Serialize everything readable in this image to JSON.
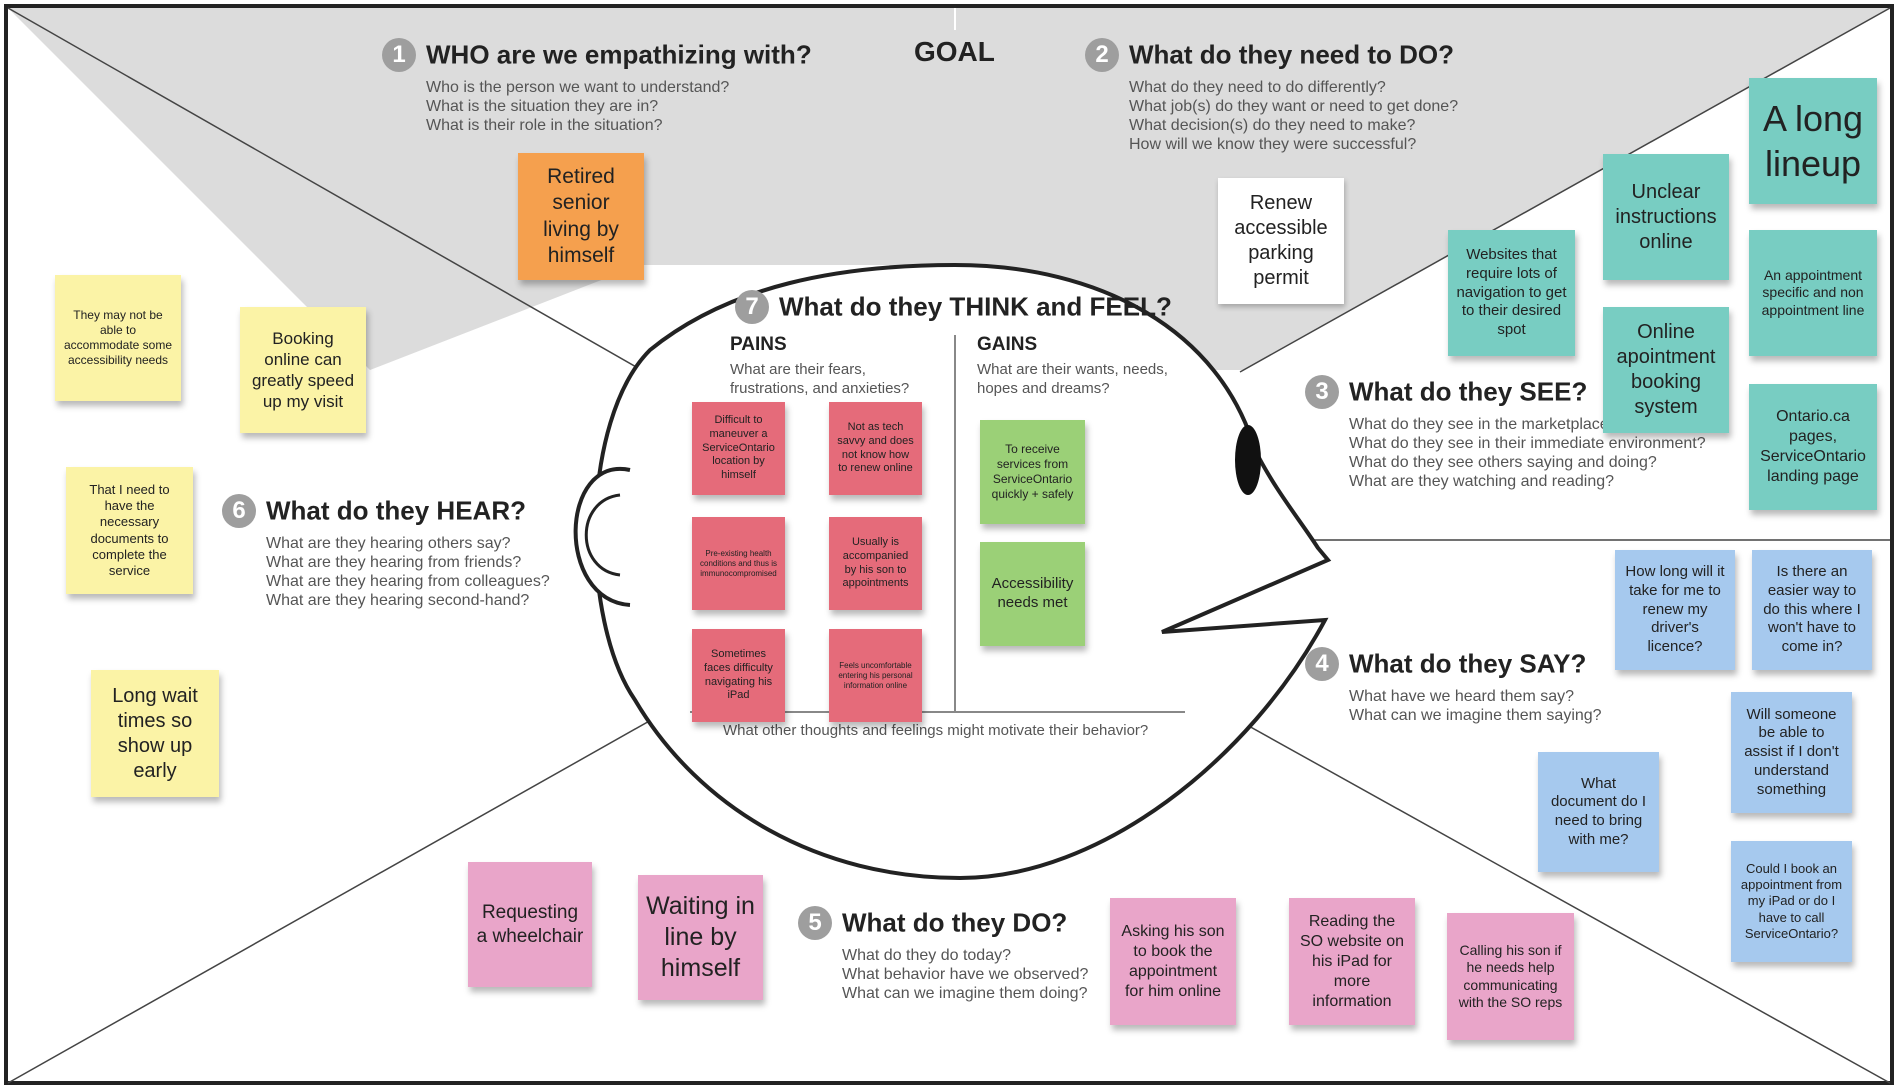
{
  "goal_label": "GOAL",
  "sections": {
    "who": {
      "num": "1",
      "title": "WHO are we empathizing with?",
      "questions": [
        "Who is the person we want to understand?",
        "What is the situation they are in?",
        "What is their role in the situation?"
      ]
    },
    "do_need": {
      "num": "2",
      "title": "What do they need to DO?",
      "questions": [
        "What do they need to do differently?",
        "What job(s) do they want or need to get done?",
        "What decision(s) do they need to make?",
        "How will we know they were successful?"
      ]
    },
    "see": {
      "num": "3",
      "title": "What do they SEE?",
      "questions": [
        "What do they see in the marketplace?",
        "What do they see in their immediate environment?",
        "What do they see others saying and doing?",
        "What are they watching and reading?"
      ]
    },
    "say": {
      "num": "4",
      "title": "What do they SAY?",
      "questions": [
        "What have we heard them say?",
        "What can we imagine them saying?"
      ]
    },
    "do": {
      "num": "5",
      "title": "What do they DO?",
      "questions": [
        "What do they do today?",
        "What behavior have we observed?",
        "What can we imagine them doing?"
      ]
    },
    "hear": {
      "num": "6",
      "title": "What do they HEAR?",
      "questions": [
        "What are they hearing others say?",
        "What are they hearing from friends?",
        "What are they hearing from colleagues?",
        "What are they hearing second-hand?"
      ]
    },
    "think": {
      "num": "7",
      "title": "What do they THINK and FEEL?",
      "pains_label": "PAINS",
      "pains_q": "What are their fears, frustrations, and anxieties?",
      "gains_label": "GAINS",
      "gains_q": "What are their wants, needs, hopes and dreams?",
      "footer": "What other thoughts and feelings might motivate their behavior?"
    }
  },
  "notes": {
    "who": [
      "Retired senior living by himself"
    ],
    "do_need": [
      "Renew accessible parking permit"
    ],
    "see": [
      "Websites that require lots of navigation to get to their desired spot",
      "Unclear instructions online",
      "A long lineup",
      "An appointment specific and non appointment line",
      "Online apointment booking system",
      "Ontario.ca pages, ServiceOntario landing page"
    ],
    "say": [
      "How long will it take for me to renew my driver's licence?",
      "Is there an easier way to do this where I won't have to come in?",
      "Will someone be able to assist if I don't understand something",
      "What document do I need to bring with me?",
      "Could I book an appointment from my iPad or do I have to call ServiceOntario?"
    ],
    "do": [
      "Requesting a wheelchair",
      "Waiting in line by himself",
      "Asking his son to book the appointment for him online",
      "Reading the SO website on his iPad for more information",
      "Calling his son if he needs help communicating with the SO reps"
    ],
    "hear": [
      "They may not be able to accommodate some accessibility needs",
      "Booking online can greatly speed up my visit",
      "That I need to have the necessary documents to complete the service",
      "Long wait times so show up early"
    ],
    "pains": [
      "Difficult to maneuver a ServiceOntario location by himself",
      "Not as tech savvy and does not know how to renew online",
      "Pre-existing health conditions and thus is immunocompromised",
      "Usually is accompanied by his son to appointments",
      "Sometimes faces difficulty navigating his iPad",
      "Feels uncomfortable entering his personal information online"
    ],
    "gains": [
      "To receive services from ServiceOntario quickly + safely",
      "Accessibility needs met"
    ]
  },
  "colors": {
    "yellow": "#fbf3a6",
    "orange": "#f5a04e",
    "teal": "#78cdc2",
    "blue": "#a6c9ee",
    "pink": "#e9a5c9",
    "red": "#e56b7a",
    "green": "#9bd077",
    "goal_band": "#dcdcdc"
  }
}
